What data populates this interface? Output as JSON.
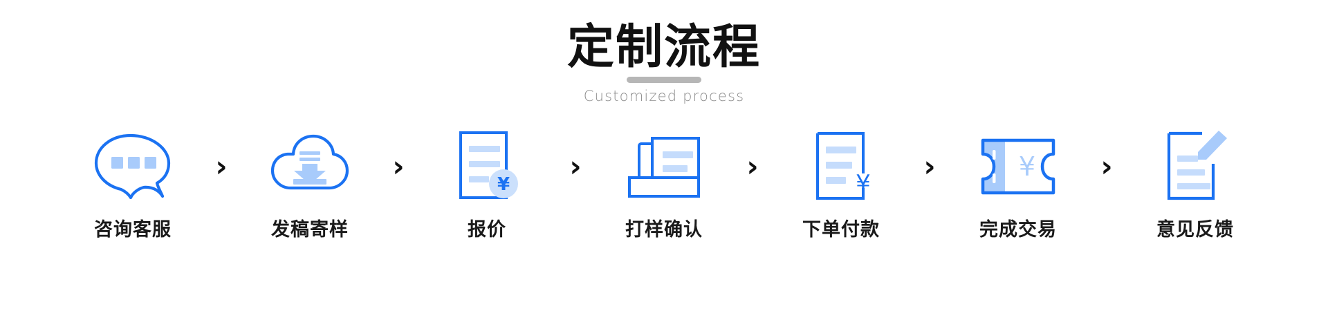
{
  "header": {
    "title": "定制流程",
    "subtitle": "Customized process",
    "title_color": "#111111",
    "subtitle_color": "#8d8d8d",
    "underline_color": "#b6b6b6"
  },
  "theme": {
    "background": "#ffffff",
    "icon_stroke": "#1b72f2",
    "icon_fill_light": "#a8cbfb",
    "label_color": "#1a1a1a",
    "chevron_color": "#111111"
  },
  "flow": {
    "separator": "›",
    "steps": [
      {
        "label": "咨询客服",
        "icon": "chat-bubble-icon"
      },
      {
        "label": "发稿寄样",
        "icon": "cloud-download-icon"
      },
      {
        "label": "报价",
        "icon": "document-yen-badge-icon"
      },
      {
        "label": "打样确认",
        "icon": "printer-proof-icon"
      },
      {
        "label": "下单付款",
        "icon": "document-yen-icon"
      },
      {
        "label": "完成交易",
        "icon": "ticket-yen-icon"
      },
      {
        "label": "意见反馈",
        "icon": "document-pen-icon"
      }
    ]
  }
}
